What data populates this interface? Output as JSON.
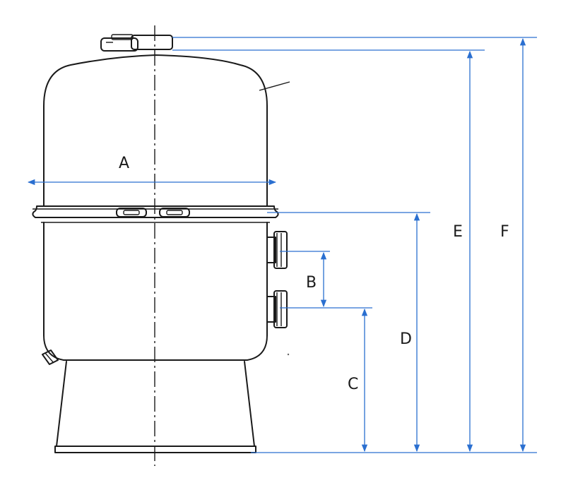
{
  "diagram": {
    "labels": {
      "a": "A",
      "b": "B",
      "c": "C",
      "d": "D",
      "e": "E",
      "f": "F"
    },
    "colors": {
      "dimension_line": "#2a6fd0",
      "outline": "#1a1a1a",
      "background": "#ffffff"
    }
  }
}
